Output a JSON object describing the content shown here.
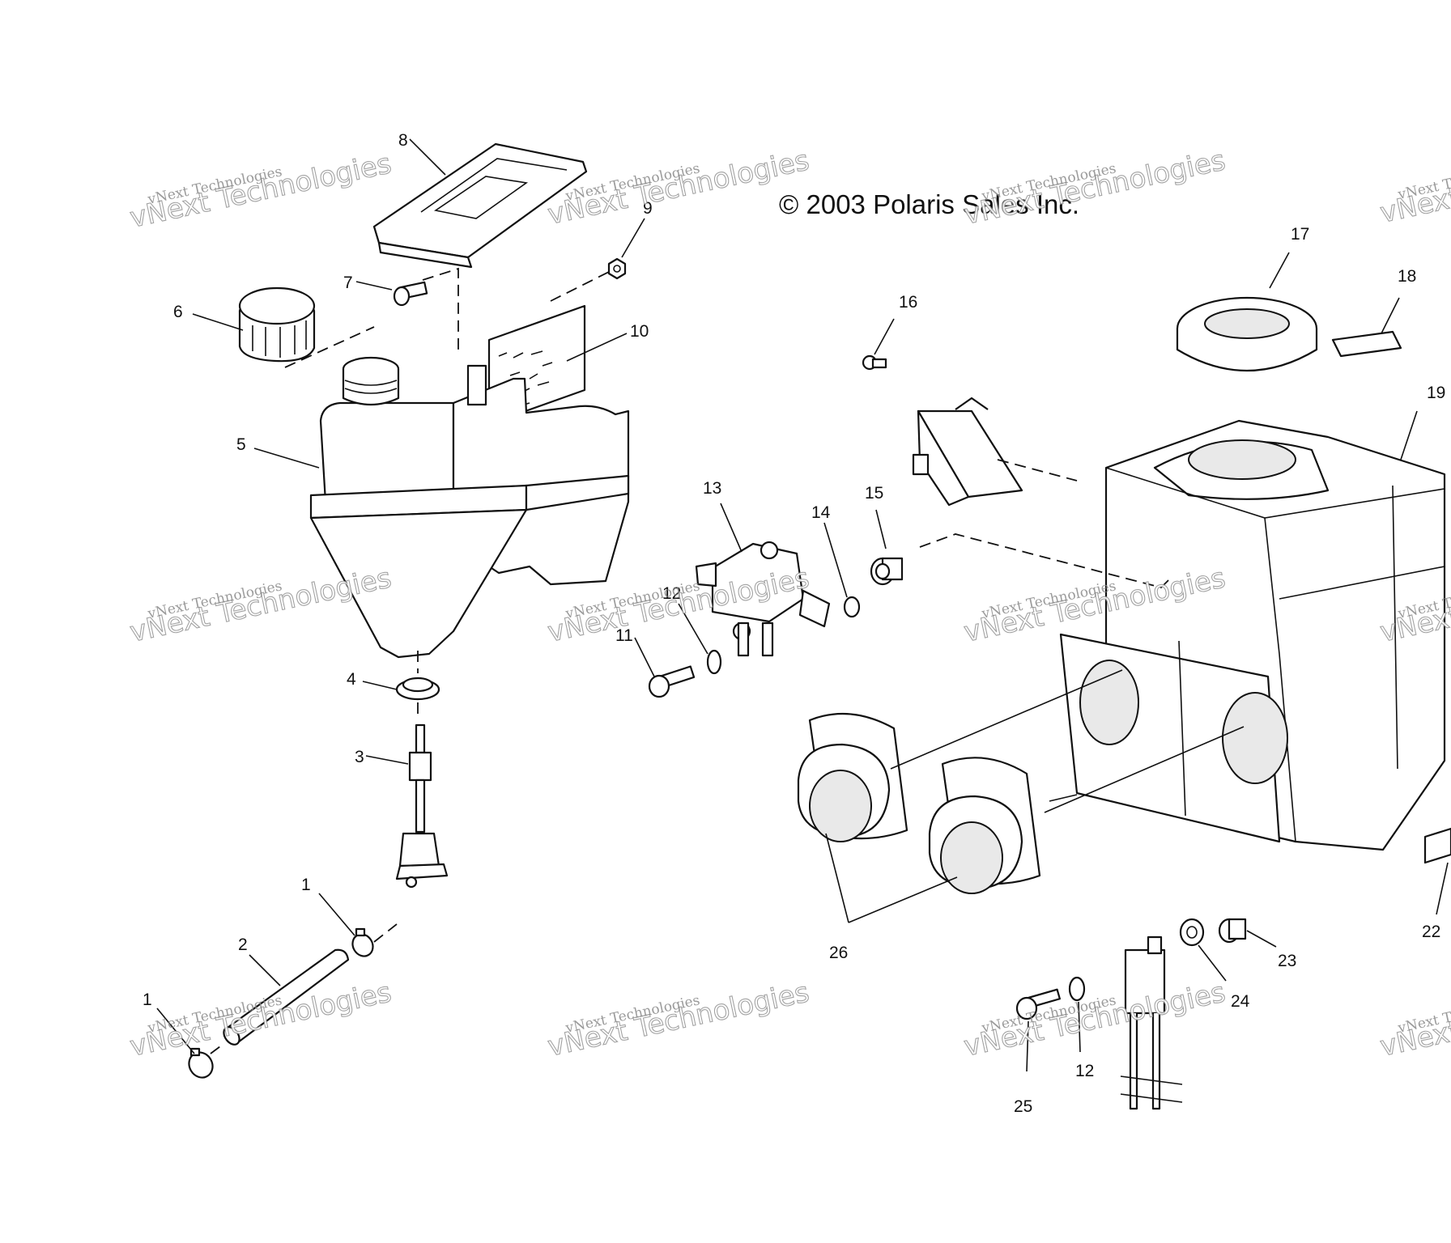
{
  "copyright": "© 2003 Polaris Sales Inc.",
  "watermark": {
    "small": "vNext Technologies",
    "big": "vNext Technologies"
  },
  "callouts": {
    "c1a": "1",
    "c1b": "1",
    "c2": "2",
    "c3": "3",
    "c4": "4",
    "c5": "5",
    "c6": "6",
    "c7": "7",
    "c8": "8",
    "c9": "9",
    "c10": "10",
    "c11": "11",
    "c12a": "12",
    "c12b": "12",
    "c13": "13",
    "c14": "14",
    "c15": "15",
    "c16": "16",
    "c17": "17",
    "c18": "18",
    "c19": "19",
    "c22": "22",
    "c23": "23",
    "c24": "24",
    "c25": "25",
    "c26": "26"
  },
  "parts": {
    "p1": "clamp",
    "p2": "hose",
    "p3": "fuel filter",
    "p4": "grommet",
    "p5": "oil tank",
    "p6": "oil tank cap",
    "p7": "screw",
    "p8": "cover",
    "p9": "nut",
    "p10": "decal",
    "p11": "screw",
    "p12": "lock washer",
    "p13": "oil pump",
    "p14": "washer",
    "p15": "bushing",
    "p16": "screw",
    "p17": "foam seal",
    "p18": "decal",
    "p19": "air box",
    "p22": "decal",
    "p23": "bushing",
    "p24": "grommet",
    "p25": "screw",
    "p26": "intake boots"
  }
}
